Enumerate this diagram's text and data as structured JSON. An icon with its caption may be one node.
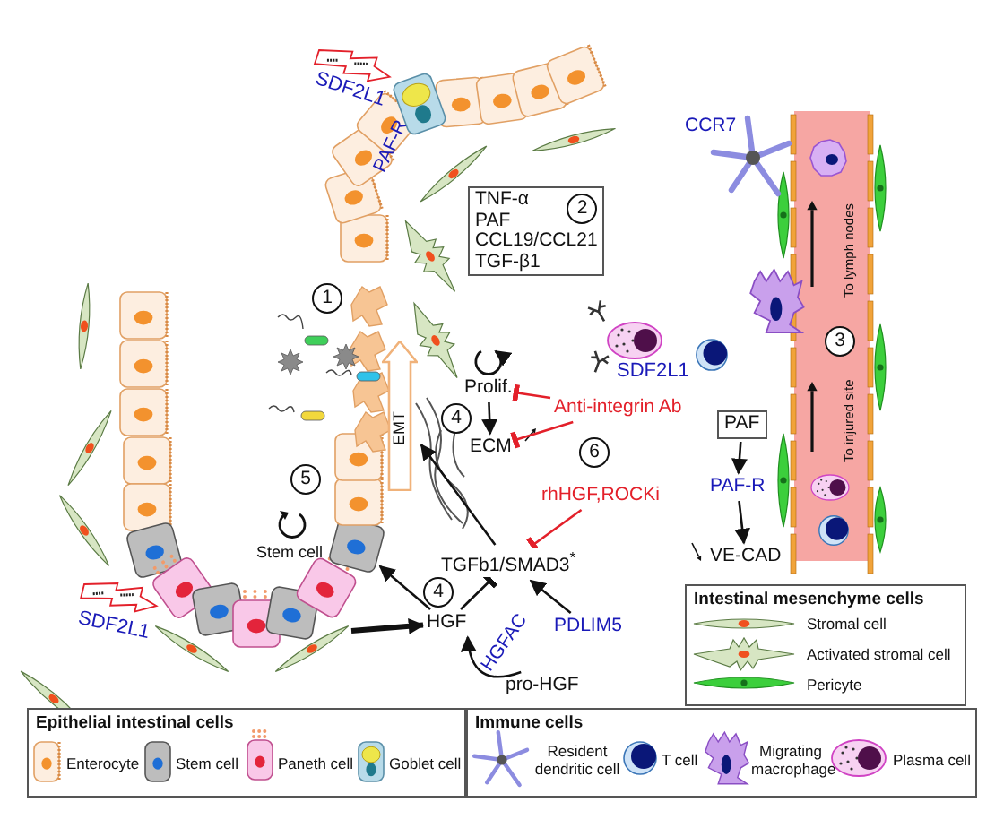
{
  "diagram": {
    "nodes": [
      {
        "text": [
          "TNF-α",
          "PAF",
          "CCL19/CCL21",
          "TGF-β1",
          "2"
        ]
      },
      {
        "text": [
          "Prolif."
        ]
      },
      {
        "text": [
          "ECM"
        ]
      },
      {
        "text": [
          "Anti-integrin Ab"
        ]
      },
      {
        "text": [
          "EMT"
        ]
      },
      {
        "text": [
          "rhHGF,ROCKi"
        ]
      },
      {
        "text": [
          "TGFb1/SMAD3$^{*}$"
        ]
      },
      {
        "text": [
          "PAF"
        ]
      },
      {
        "text": [
          "PAF-R"
        ]
      },
      {
        "text": [
          "VE-CAD"
        ]
      },
      {
        "text": [
          "HGF"
        ]
      },
      {
        "text": [
          "PDLIM5"
        ]
      },
      {
        "text": [
          "pro-HGF"
        ]
      }
    ],
    "edges": [
      {
        "from": 1,
        "to": 1,
        "arrow": "to"
      },
      {
        "from": 1,
        "to": 2,
        "arrow": "to"
      },
      {
        "from": 3,
        "to": 2,
        "arrow": "other",
        "color": "#e3202a"
      },
      {
        "from": 3,
        "to": 1,
        "arrow": "other",
        "color": "#e3202a"
      },
      {
        "from": 6,
        "to": 4,
        "arrow": "to"
      },
      {
        "from": 5,
        "to": 6,
        "arrow": "other",
        "color": "#e3202a"
      },
      {
        "from": 10,
        "to": 6,
        "arrow": "other"
      },
      {
        "from": 10,
        "to": null,
        "arrow": "to"
      },
      {
        "from": null,
        "to": 10,
        "arrow": "to",
        "style": "thick"
      },
      {
        "from": 12,
        "to": 10,
        "arrow": "to",
        "label": "HGFAC"
      },
      {
        "from": 11,
        "to": 6,
        "arrow": "to"
      },
      {
        "from": 7,
        "to": 8,
        "arrow": "to"
      },
      {
        "from": 8,
        "to": 9,
        "arrow": "to"
      }
    ],
    "labels": [
      "SDF2L1",
      "PAF-R",
      "CCR7",
      "1",
      "4",
      "SDF2L1",
      "3",
      "To lymph nodes",
      "To injured site",
      "6",
      "5",
      "Stem cell",
      "SDF2L1",
      "4",
      "Intestinal mesenchyme cells",
      "Epithelial intestinal cells",
      "Immune cells"
    ],
    "legend": [
      {
        "text": "Enterocyte"
      },
      {
        "text": "Stem cell"
      },
      {
        "text": "Paneth cell"
      },
      {
        "text": "Goblet cell"
      },
      {
        "text": "Resident dendritic cell"
      },
      {
        "text": "T cell"
      },
      {
        "text": "Migrating macrophage"
      },
      {
        "text": "Plasma cell"
      },
      {
        "text": "Stromal cell"
      },
      {
        "text": "Activated stromal cell"
      },
      {
        "text": "Pericyte"
      }
    ]
  }
}
